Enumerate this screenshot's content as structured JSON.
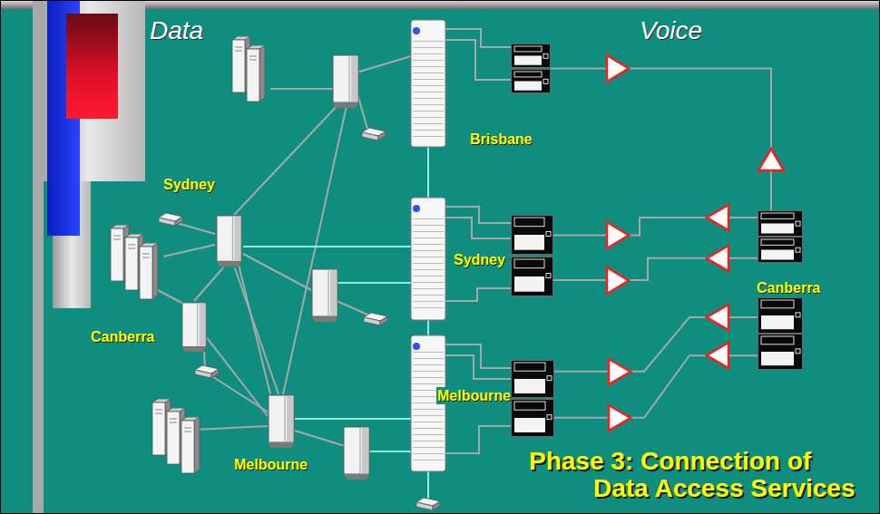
{
  "diagram": {
    "title": "Phase 3: Connection of Data Access Services",
    "nodes": [
      {
        "text": [
          "Sydney"
        ]
      },
      {
        "text": [
          "Brisbane"
        ]
      },
      {
        "text": [
          "Sydney"
        ]
      },
      {
        "text": [
          "Canberra"
        ]
      },
      {
        "text": [
          "Canberra"
        ]
      },
      {
        "text": [
          "Melbourne"
        ]
      },
      {
        "text": [
          "Melbourne"
        ]
      }
    ],
    "edges": [
      {
        "from": 0,
        "to": 4,
        "arrow": "none"
      },
      {
        "from": 0,
        "to": 6,
        "arrow": "none"
      },
      {
        "from": 4,
        "to": 6,
        "arrow": "none"
      },
      {
        "from": 1,
        "to": 3,
        "arrow": "none"
      },
      {
        "from": 2,
        "to": 3,
        "arrow": "none"
      },
      {
        "from": 2,
        "to": 3,
        "arrow": "none"
      },
      {
        "from": 5,
        "to": 3,
        "arrow": "none"
      },
      {
        "from": 5,
        "to": 3,
        "arrow": "none"
      }
    ],
    "labels": [
      "Data",
      "Voice"
    ]
  }
}
